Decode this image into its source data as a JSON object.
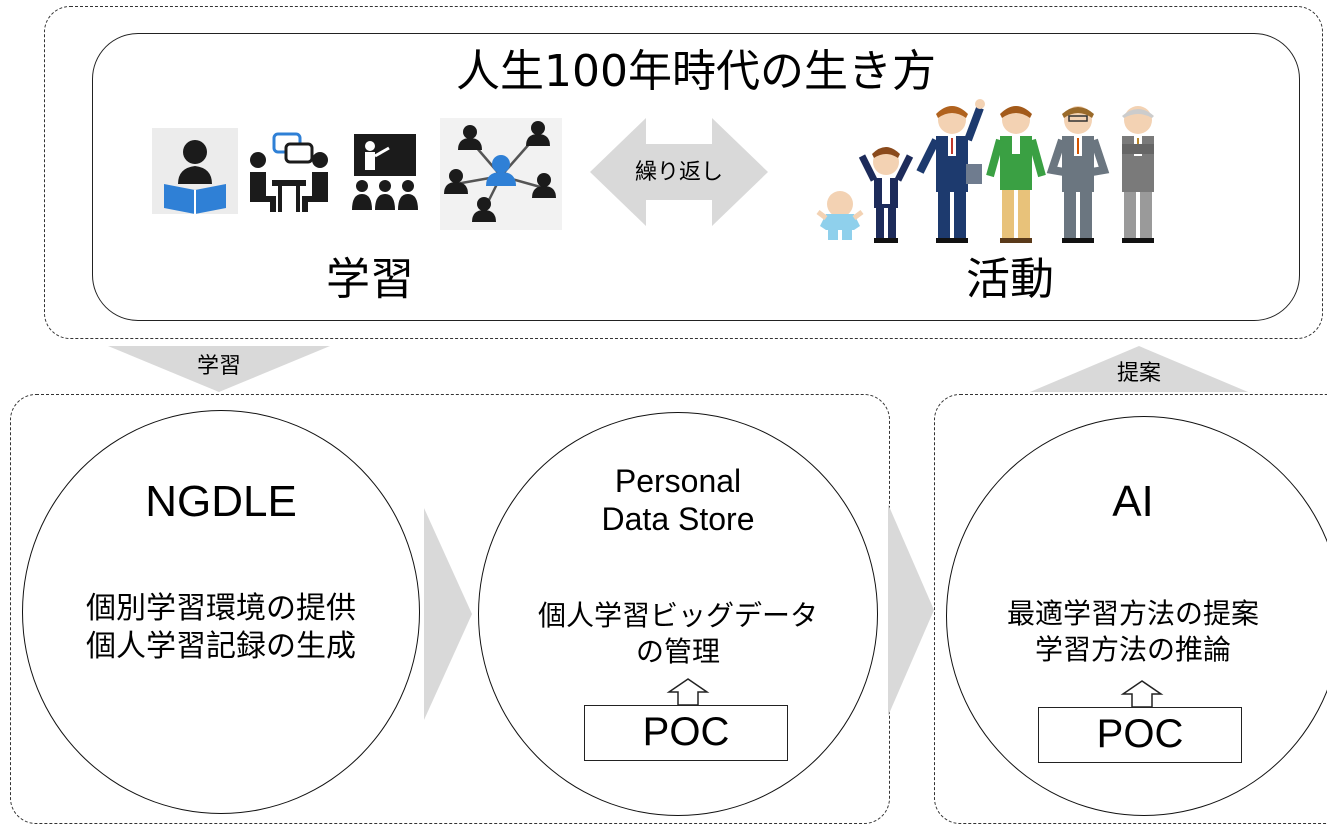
{
  "top_panel": {
    "title": "人生100年時代の生き方",
    "learning_label": "学習",
    "activity_label": "活動",
    "cycle_label": "繰り返し",
    "learning_icons": [
      "reading-person-icon",
      "discussion-icon",
      "lecture-icon",
      "network-icon"
    ],
    "life_stage_figures": [
      "baby",
      "schoolboy",
      "young-man",
      "man-green-jacket",
      "middle-aged-man",
      "senior-man"
    ]
  },
  "flow_labels": {
    "down_arrow_label": "学習",
    "up_arrow_label": "提案"
  },
  "nodes": [
    {
      "title": "NGDLE",
      "lines": [
        "個別学習環境の提供",
        "個人学習記録の生成"
      ]
    },
    {
      "title_lines": [
        "Personal",
        "Data Store"
      ],
      "lines": [
        "個人学習ビッグデータ",
        "の管理"
      ],
      "poc": "POC"
    },
    {
      "title": "AI",
      "lines": [
        "最適学習方法の提案",
        "学習方法の推論"
      ],
      "poc": "POC"
    }
  ],
  "colors": {
    "arrow_gray": "#d9d9d9",
    "icon_blue": "#2f80d6",
    "icon_dark": "#1b1b1b"
  }
}
